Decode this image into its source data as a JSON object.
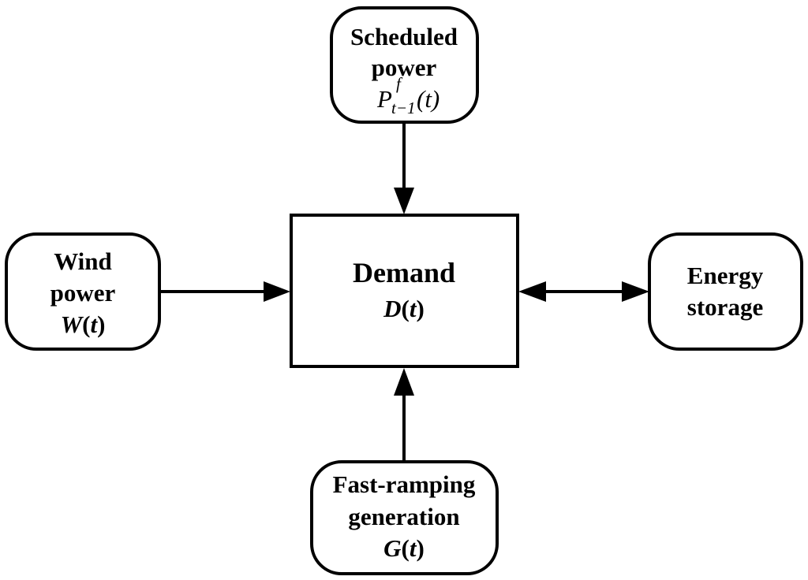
{
  "nodes": {
    "scheduled": {
      "line1": "Scheduled",
      "line2": "power",
      "symbol": "P",
      "superscript": "f",
      "subscript": "t−1",
      "argument": "(t)"
    },
    "wind": {
      "line1": "Wind",
      "line2": "power",
      "symbol": "W",
      "paren_open": "(",
      "var": "t",
      "paren_close": ")"
    },
    "demand": {
      "line1": "Demand",
      "symbol": "D",
      "paren_open": "(",
      "var": "t",
      "paren_close": ")"
    },
    "storage": {
      "line1": "Energy",
      "line2": "storage"
    },
    "fast": {
      "line1": "Fast-ramping",
      "line2": "generation",
      "symbol": "G",
      "paren_open": "(",
      "var": "t",
      "paren_close": ")"
    }
  },
  "edges": [
    {
      "from": "scheduled",
      "to": "demand",
      "direction": "one-way"
    },
    {
      "from": "wind",
      "to": "demand",
      "direction": "one-way"
    },
    {
      "from": "fast",
      "to": "demand",
      "direction": "one-way"
    },
    {
      "from": "demand",
      "to": "storage",
      "direction": "two-way"
    }
  ],
  "colors": {
    "stroke": "#000000",
    "fill": "#ffffff",
    "text": "#000000"
  }
}
